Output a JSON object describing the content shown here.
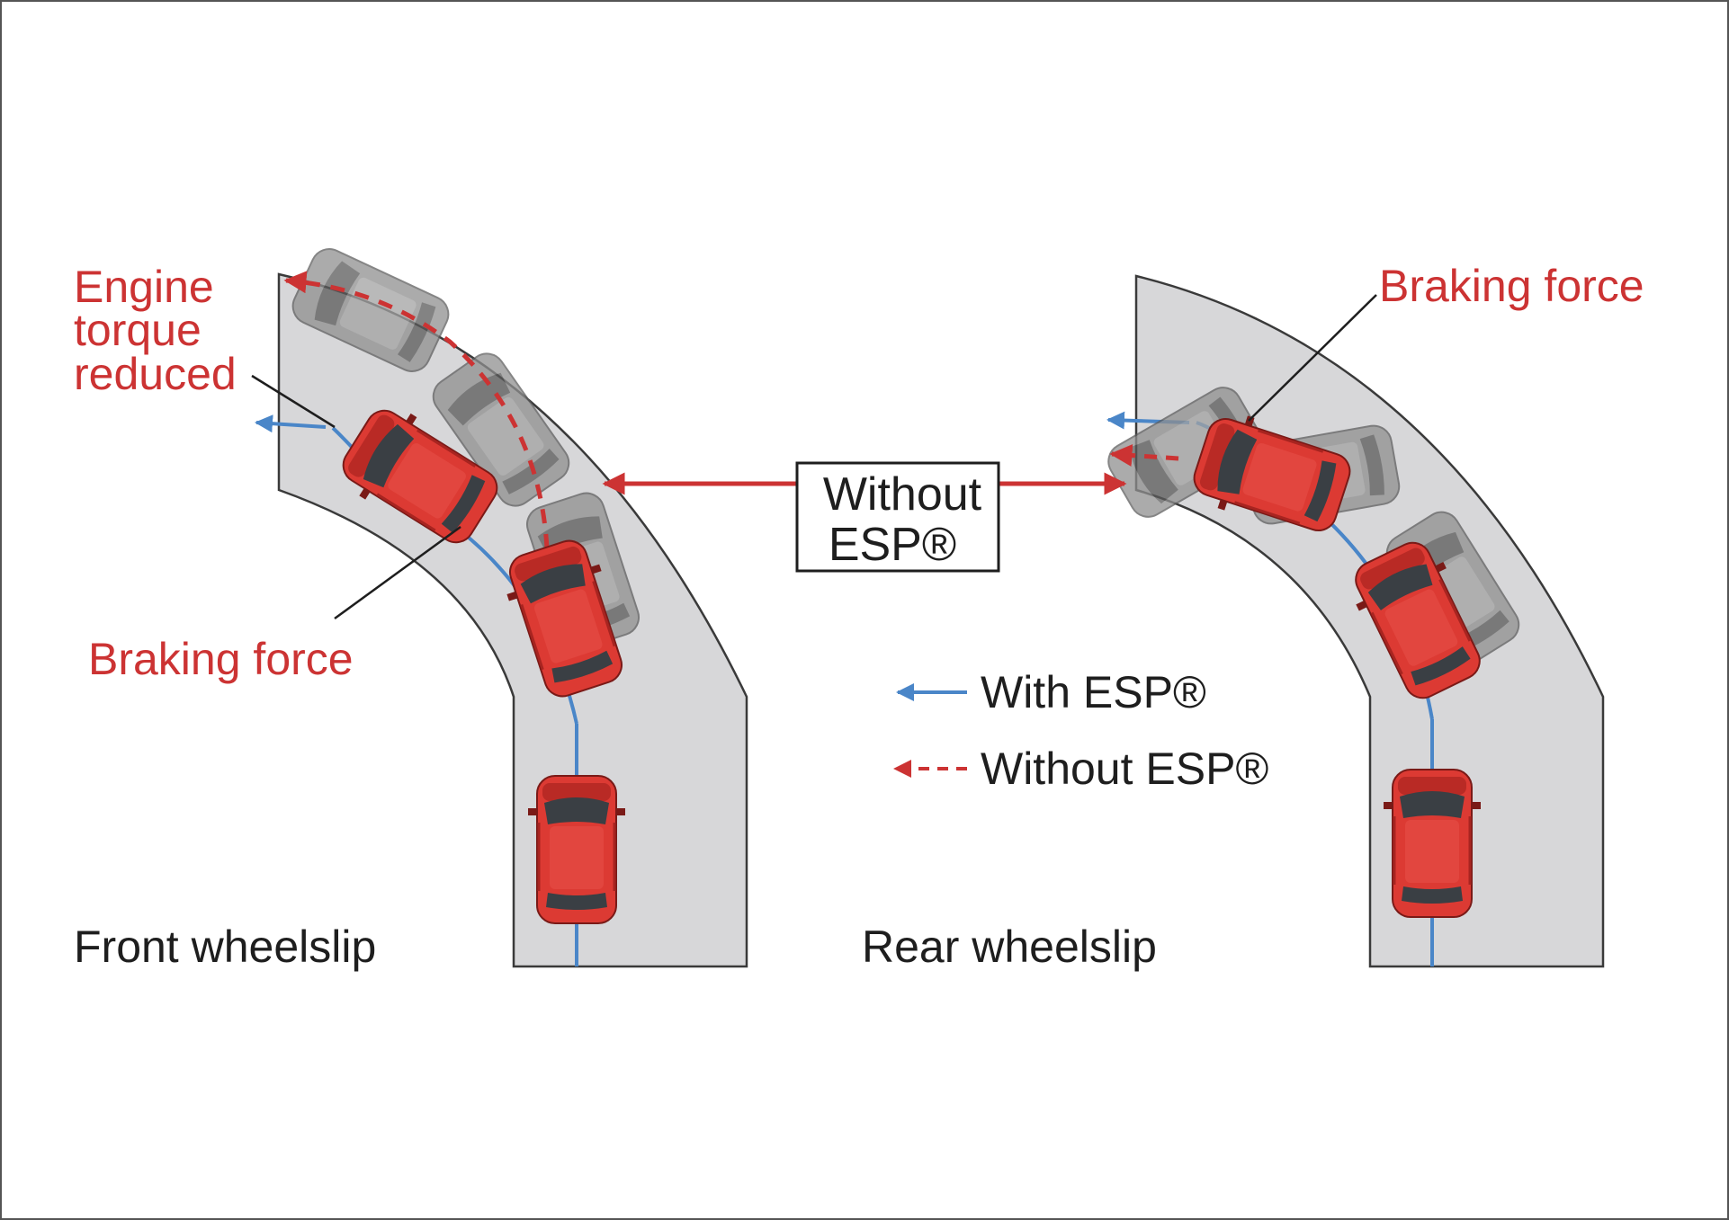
{
  "colors": {
    "road": "#d7d7d9",
    "road_edge": "#3a3a3a",
    "car_red": "#dc3a33",
    "car_red_dark": "#a82420",
    "car_glass": "#3a3f44",
    "ghost_car": "#8f8f8f",
    "arrow_red": "#cc3333",
    "arrow_blue": "#4a86c8",
    "label_red": "#cc3333",
    "label_dark": "#1e1e1e"
  },
  "labels": {
    "engine_line1": "Engine",
    "engine_line2": "torque",
    "engine_line3": "reduced",
    "braking_left": "Braking force",
    "braking_right": "Braking force",
    "front_caption": "Front wheelslip",
    "rear_caption": "Rear wheelslip",
    "without_box_line1": "Without",
    "without_box_line2": "ESP®"
  },
  "legend": {
    "with_label": "With ESP®",
    "without_label": "Without ESP®"
  },
  "icons": {
    "car": "car-top-view-icon",
    "ghost_car": "ghost-car-icon"
  }
}
